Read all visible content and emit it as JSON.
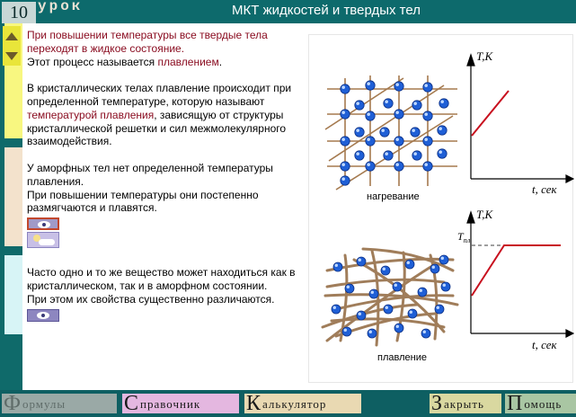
{
  "header": {
    "lesson_number": "10",
    "lesson_word": "урок",
    "title": "МКТ жидкостей и твердых тел"
  },
  "colors": {
    "header_bg": "#0d6a6c",
    "accent_red": "#8a0c20",
    "rail_yellow": "#f8f780",
    "rail_peach": "#f3e2cc",
    "rail_cyan": "#d7f4f6"
  },
  "text": {
    "p1_a": "При повышении температуры все твердые тела переходят в жидкое состояние.",
    "p1_b": "Этот процесс называется ",
    "p1_term": "плавлением",
    "p1_end": ".",
    "p2_a": "В кристаллических телах  плавление происходит при определенной температуре, которую называют ",
    "p2_term": "температурой плавления",
    "p2_b": ", зависящую от структуры кристаллической решетки и сил межмолекулярного взаимодействия.",
    "p3_a": "У аморфных тел нет определенной температуры плавления.",
    "p3_b": "При повышении температуры они постепенно размягчаются и плавятся.",
    "p4_a": "Часто одно и то же вещество может находиться как в кристаллическом, так и в аморфном состоянии.",
    "p4_b": "При этом их свойства существенно различаются."
  },
  "figures": {
    "top_caption": "нагревание",
    "bottom_caption": "плавление",
    "axis_y": "T,K",
    "axis_x": "t, сек",
    "melt_label_main": "T",
    "melt_label_sub": "пл"
  },
  "icons": {
    "scroll_up": "arrow-up-icon",
    "scroll_down": "arrow-down-icon",
    "view": "eye-icon",
    "weather": "cloud-sun-icon"
  },
  "bottom_bar": {
    "formulas": {
      "cap": "Ф",
      "rest": "ормулы"
    },
    "handbook": {
      "cap": "С",
      "rest": "правочник"
    },
    "calculator": {
      "cap": "К",
      "rest": "алькулятор"
    },
    "close": {
      "cap": "З",
      "rest": "акрыть"
    },
    "help": {
      "cap": "П",
      "rest": "омощь"
    }
  }
}
